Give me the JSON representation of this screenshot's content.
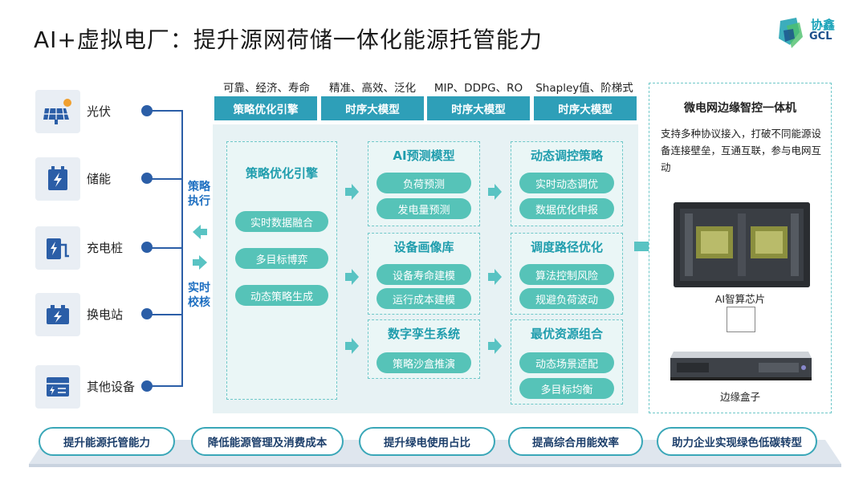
{
  "title": "AI+虚拟电厂：提升源网荷储一体化能源托管能力",
  "logo": {
    "text_cn": "协鑫",
    "text_en": "GCL"
  },
  "devices": [
    {
      "label": "光伏",
      "icon": "solar-panel-icon"
    },
    {
      "label": "储能",
      "icon": "battery-storage-icon"
    },
    {
      "label": "充电桩",
      "icon": "charging-pile-icon"
    },
    {
      "label": "换电站",
      "icon": "battery-swap-icon"
    },
    {
      "label": "其他设备",
      "icon": "other-device-icon"
    }
  ],
  "side_labels": {
    "top": "策略执行",
    "bottom": "实时校核"
  },
  "top_labels": [
    "可靠、经济、寿命",
    "精准、高效、泛化",
    "MIP、DDPG、RO",
    "Shapley值、阶梯式"
  ],
  "header_boxes": [
    "策略优化引擎",
    "时序大模型",
    "时序大模型",
    "时序大模型"
  ],
  "col1": {
    "title": "策略优化引擎",
    "items": [
      "实时数据融合",
      "多目标博弈",
      "动态策略生成"
    ]
  },
  "col2": [
    {
      "title": "AI预测模型",
      "items": [
        "负荷预测",
        "发电量预测"
      ]
    },
    {
      "title": "设备画像库",
      "items": [
        "设备寿命建模",
        "运行成本建模"
      ]
    },
    {
      "title": "数字孪生系统",
      "items": [
        "策略沙盒推演"
      ]
    }
  ],
  "col3": [
    {
      "title": "动态调控策略",
      "items": [
        "实时动态调优",
        "数据优化申报"
      ]
    },
    {
      "title": "调度路径优化",
      "items": [
        "算法控制风险",
        "规避负荷波动"
      ]
    },
    {
      "title": "最优资源组合",
      "items": [
        "动态场景适配",
        "多目标均衡"
      ]
    }
  ],
  "right_panel": {
    "title": "微电网边缘智控一体机",
    "desc": "支持多种协议接入，打破不同能源设备连接壁垒，互通互联，参与电网互动",
    "chip_caption": "AI智算芯片",
    "box_caption": "边缘盒子"
  },
  "bottom": [
    "提升能源托管能力",
    "降低能源管理及消费成本",
    "提升绿电使用占比",
    "提高综合用能效率",
    "助力企业实现绿色低碳转型"
  ],
  "colors": {
    "primary": "#2e9fb8",
    "pill": "#56c3b8",
    "accent": "#2b5ea7",
    "panel_bg": "#e7f2f4"
  }
}
